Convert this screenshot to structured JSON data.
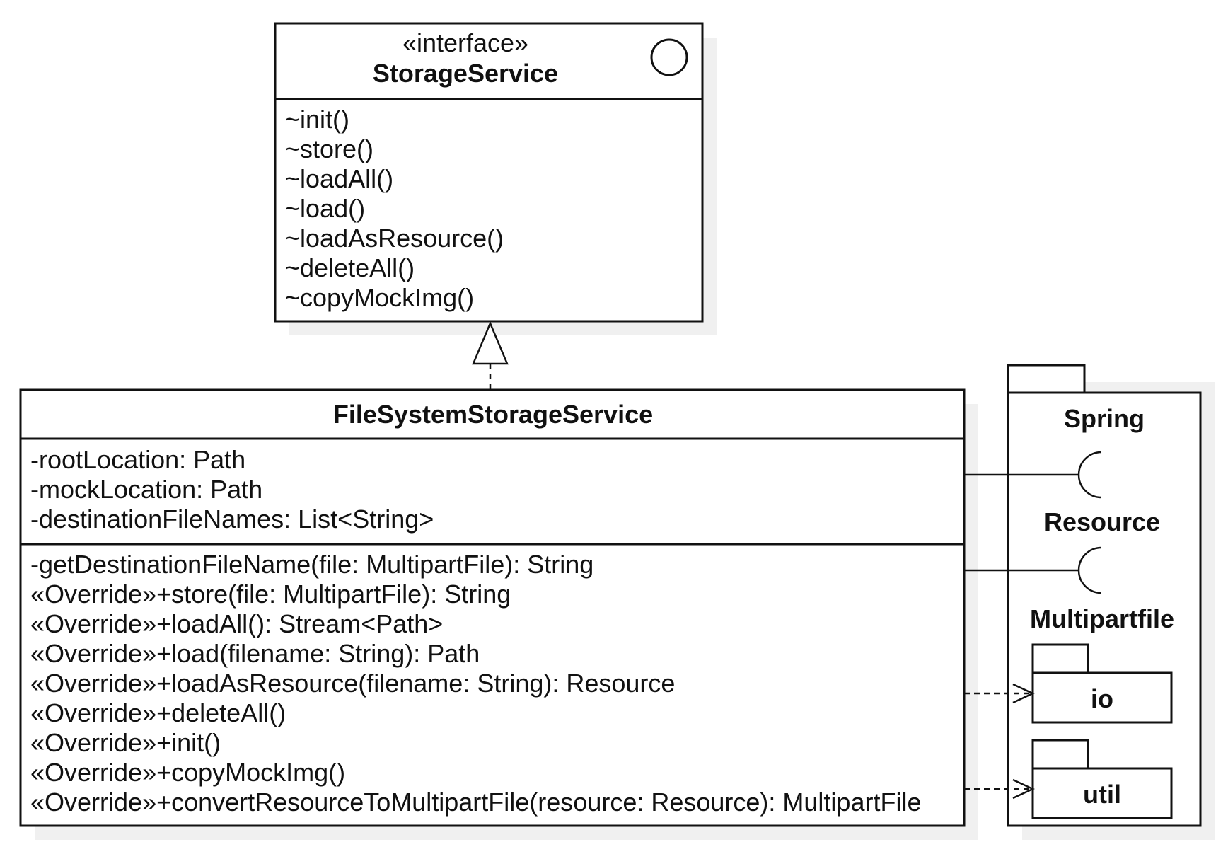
{
  "interface": {
    "stereotype": "«interface»",
    "name": "StorageService",
    "operations": [
      "~init()",
      "~store()",
      "~loadAll()",
      "~load()",
      "~loadAsResource()",
      "~deleteAll()",
      "~copyMockImg()"
    ]
  },
  "class": {
    "name": "FileSystemStorageService",
    "attributes": [
      "-rootLocation: Path",
      "-mockLocation: Path",
      "-destinationFileNames: List<String>"
    ],
    "operations": [
      "-getDestinationFileName(file: MultipartFile): String",
      "«Override»+store(file: MultipartFile): String",
      "«Override»+loadAll(): Stream<Path>",
      "«Override»+load(filename: String): Path",
      "«Override»+loadAsResource(filename: String): Resource",
      "«Override»+deleteAll()",
      "«Override»+init()",
      "«Override»+copyMockImg()",
      "«Override»+convertResourceToMultipartFile(resource: Resource): MultipartFile"
    ]
  },
  "package": {
    "name": "Spring",
    "interfaces": [
      "Resource",
      "Multipartfile"
    ],
    "subpackages": [
      "io",
      "util"
    ]
  },
  "colors": {
    "stroke": "#111111",
    "shadow": "#f0f0f0",
    "fill": "#ffffff"
  }
}
